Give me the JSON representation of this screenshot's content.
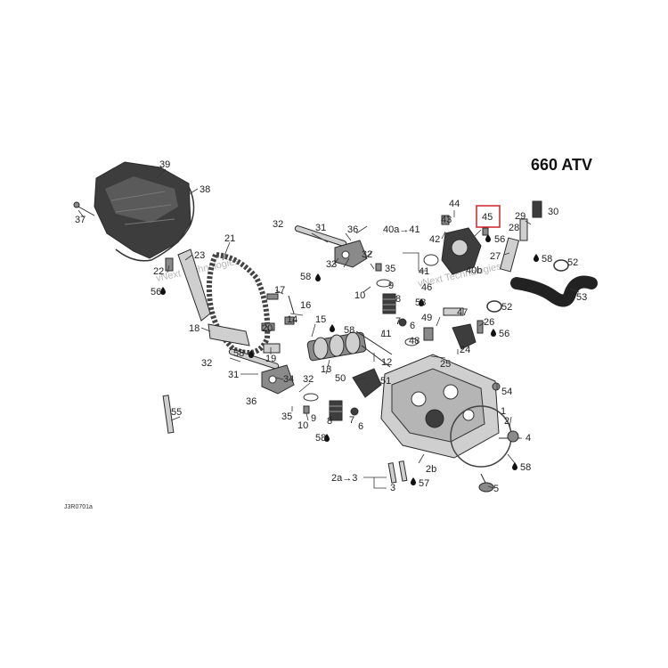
{
  "title": "660 ATV",
  "diagram_code": "J3R0701a",
  "watermark": "vNext Technologies",
  "highlight_color": "#d0202a",
  "highlighted_callout": "45",
  "callouts": {
    "c1": "1",
    "c2": "2",
    "c2b": "2b",
    "c2a3": "2a→3",
    "c3": "3",
    "c4": "4",
    "c5": "5",
    "c6": "6",
    "c6b": "6",
    "c7": "7",
    "c7b": "7",
    "c8": "8",
    "c8b": "8",
    "c9": "9",
    "c9b": "9",
    "c10": "10",
    "c10b": "10",
    "c11": "11",
    "c12": "12",
    "c13": "13",
    "c14": "14",
    "c15": "15",
    "c16": "16",
    "c17": "17",
    "c18": "18",
    "c19": "19",
    "c20": "20",
    "c21": "21",
    "c22": "22",
    "c23": "23",
    "c24": "24",
    "c25": "25",
    "c26": "26",
    "c27": "27",
    "c28": "28",
    "c29": "29",
    "c30": "30",
    "c31": "31",
    "c31b": "31",
    "c32": "32",
    "c32b": "32",
    "c32c": "32",
    "c32d": "32",
    "c33": "33",
    "c34": "34",
    "c35": "35",
    "c35b": "35",
    "c36": "36",
    "c36b": "36",
    "c37": "37",
    "c38": "38",
    "c39": "39",
    "c40a41": "40a→41",
    "c40b": "40b",
    "c41": "41",
    "c42": "42",
    "c43": "43",
    "c44": "44",
    "c45": "45",
    "c46": "46",
    "c47": "47",
    "c48": "48",
    "c49": "49",
    "c50": "50",
    "c51": "51",
    "c52": "52",
    "c52b": "52",
    "c53": "53",
    "c54": "54",
    "c55": "55",
    "c56": "56",
    "c56b": "56",
    "c56c": "56",
    "c57": "57",
    "c58": "58",
    "c58b": "58",
    "c58c": "58",
    "c58d": "58",
    "c58e": "58",
    "c58f": "58"
  },
  "icons": [
    "oil-drop-icon"
  ]
}
